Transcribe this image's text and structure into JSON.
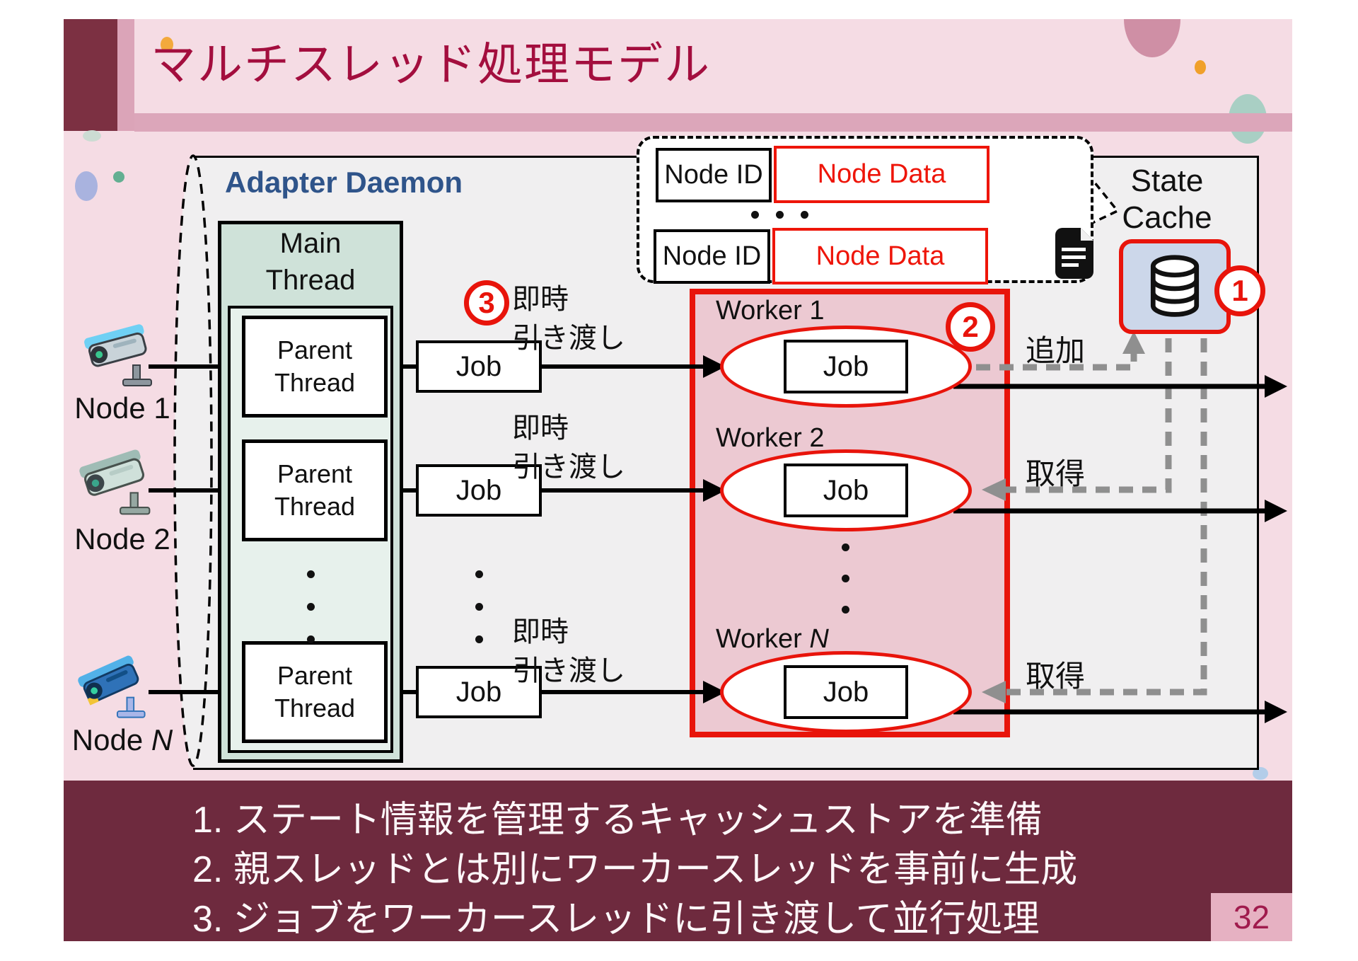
{
  "slide": {
    "title": "マルチスレッド処理モデル",
    "page_number": "32",
    "footer_items": [
      {
        "num": "1.",
        "text": "ステート情報を管理するキャッシュストアを準備"
      },
      {
        "num": "2.",
        "text": "親スレッドとは別にワーカースレッドを事前に生成"
      },
      {
        "num": "3.",
        "text": "ジョブをワーカースレッドに引き渡して並行処理"
      }
    ],
    "colors": {
      "title_text": "#a30e3e",
      "maroon_band": "#6e2a3e",
      "accent_red": "#e8140b",
      "adapter_blue": "#2f548a",
      "slide_pink": "#f5dce4",
      "worker_pink": "#ecc9d2",
      "main_thread_green": "#cfe2d9",
      "cache_blue": "#ccd7ea"
    }
  },
  "diagram": {
    "adapter_label": "Adapter Daemon",
    "main_thread": {
      "line1": "Main",
      "line2": "Thread"
    },
    "parent_label": {
      "line1": "Parent",
      "line2": "Thread"
    },
    "job_label": "Job",
    "handoff": {
      "line1": "即時",
      "line2": "引き渡し"
    },
    "nodes": [
      {
        "prefix": "Node ",
        "n": "1"
      },
      {
        "prefix": "Node ",
        "n": "2"
      },
      {
        "prefix": "Node ",
        "n": "N"
      }
    ],
    "workers": [
      {
        "prefix": "Worker ",
        "n": "1"
      },
      {
        "prefix": "Worker ",
        "n": "2"
      },
      {
        "prefix": "Worker ",
        "n": "N"
      }
    ],
    "badges": {
      "one": "1",
      "two": "2",
      "three": "3"
    },
    "cache": {
      "line1": "State",
      "line2": "Cache",
      "add_label": "追加",
      "get_label": "取得"
    },
    "callout": {
      "id_label": "Node ID",
      "data_label": "Node Data"
    }
  }
}
